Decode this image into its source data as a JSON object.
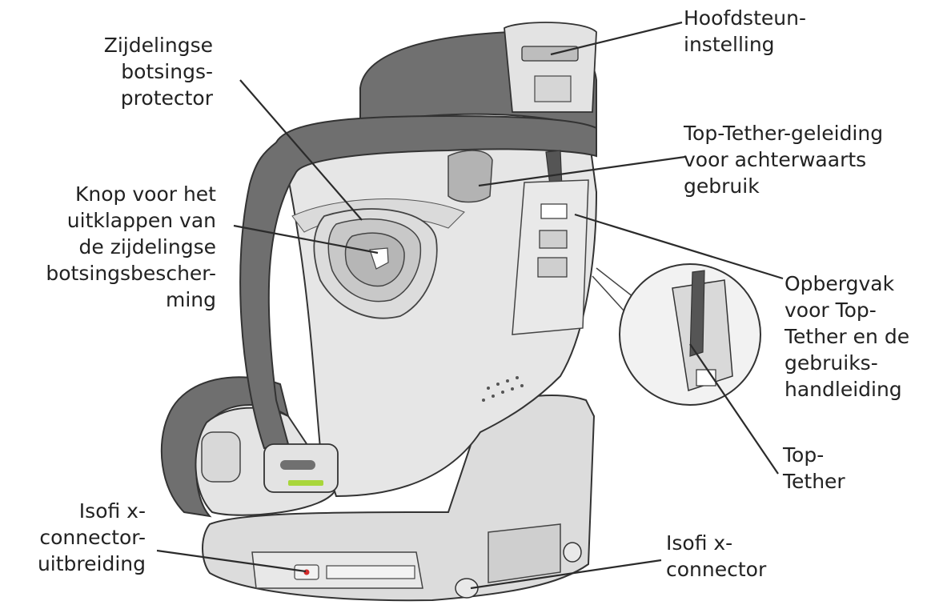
{
  "colors": {
    "shell": "#e4e4e4",
    "shell_dark": "#cfcfcf",
    "fabric": "#6f6f6f",
    "outline": "#333333",
    "leader": "#2b2b2b",
    "accent": "#a8d63a",
    "release": "#d22b2b"
  },
  "labels": {
    "headrest": [
      "Hoofdsteun-",
      "instelling"
    ],
    "side_impact_protector": [
      "Zijdelingse",
      "botsings-",
      "protector"
    ],
    "top_tether_guide": [
      "Top-Tether-geleiding",
      "voor achterwaarts",
      "gebruik"
    ],
    "unfold_button": [
      "Knop voor het",
      "uitklappen van",
      "de zijdelingse",
      "botsingsbescher-",
      "ming"
    ],
    "storage": [
      "Opbergvak",
      "voor Top-",
      "Tether en de",
      "gebruiks-",
      "handleiding"
    ],
    "top_tether": [
      "Top-",
      "Tether"
    ],
    "isofix_extension": [
      "Isofi x-",
      "connector-",
      "uitbreiding"
    ],
    "isofix_connector": [
      "Isofi x-",
      "connector"
    ]
  }
}
